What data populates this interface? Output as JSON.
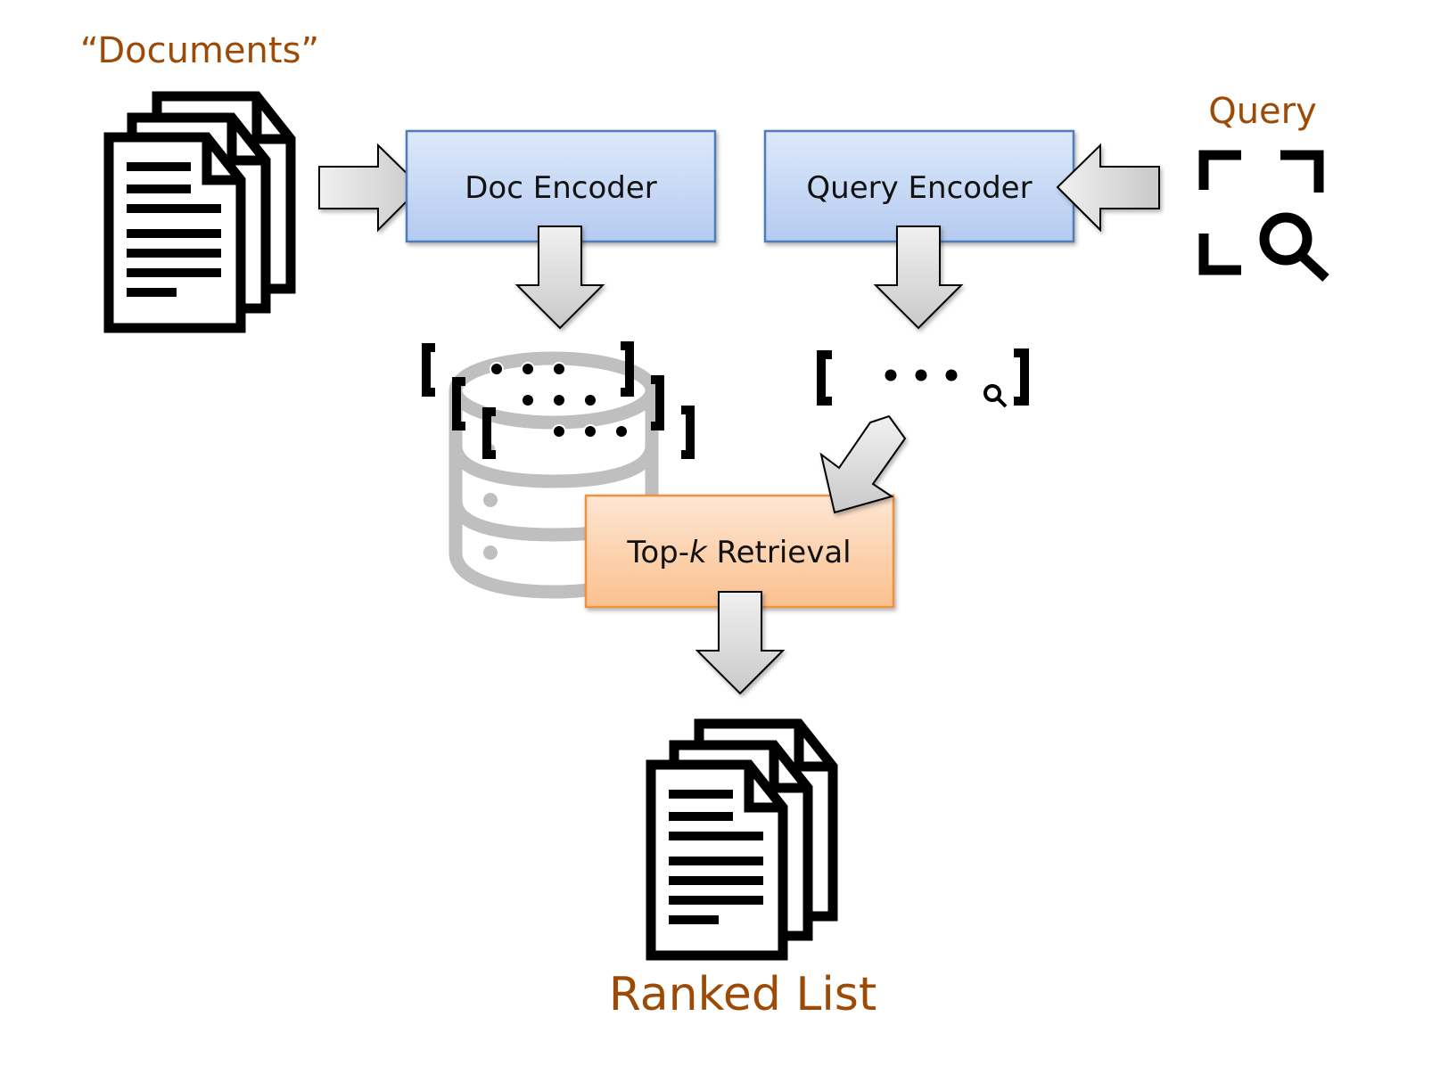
{
  "diagram": {
    "title": "Dense retrieval pipeline",
    "labels": {
      "documents": "“Documents”",
      "query": "Query",
      "ranked_list": "Ranked List"
    },
    "boxes": {
      "doc_encoder": "Doc Encoder",
      "query_encoder": "Query Encoder",
      "retrieval_prefix": "Top-",
      "retrieval_k": "k",
      "retrieval_suffix": " Retrieval"
    },
    "vectors": {
      "doc_vector_dots": "• • •",
      "query_vector_dots": "• • •"
    },
    "icons": {
      "documents": "document-stack-icon",
      "query": "query-scan-search-icon",
      "database": "database-icon",
      "ranked_list": "document-stack-icon",
      "query_vector_marker": "magnifier-icon"
    },
    "edges": [
      {
        "from": "documents",
        "to": "doc_encoder"
      },
      {
        "from": "query",
        "to": "query_encoder"
      },
      {
        "from": "doc_encoder",
        "to": "doc_embeddings_index"
      },
      {
        "from": "query_encoder",
        "to": "query_embedding"
      },
      {
        "from": "query_embedding",
        "to": "top_k_retrieval"
      },
      {
        "from": "top_k_retrieval",
        "to": "ranked_list"
      }
    ],
    "colors": {
      "label_brown": "#9C4A06",
      "encoder_fill_top": "#DDE9FB",
      "encoder_fill_bottom": "#B4CAEF",
      "encoder_border": "#4F7DBA",
      "retrieval_fill_top": "#FDE6D3",
      "retrieval_fill_bottom": "#FBC08E",
      "retrieval_border": "#F0923B",
      "arrow_fill": "#D8D8D8",
      "database_gray": "#BFBFBF",
      "icon_black": "#000000"
    }
  }
}
